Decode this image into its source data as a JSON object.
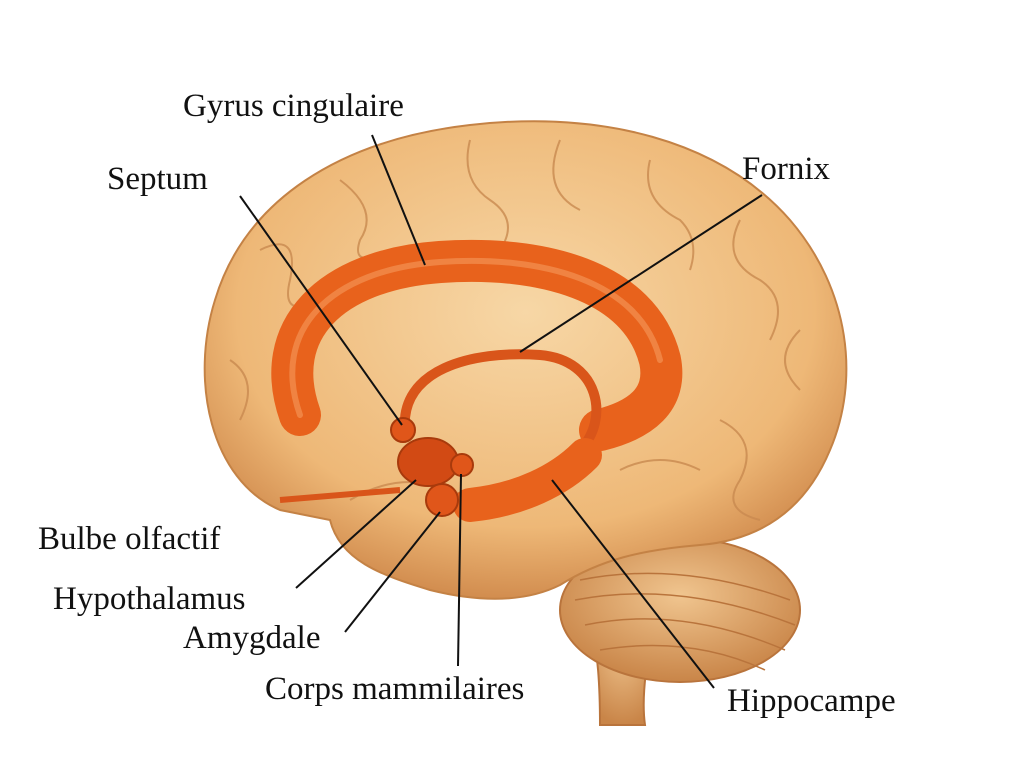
{
  "title": "Système limbique",
  "labels": {
    "gyrus": "Gyrus cingulaire",
    "septum": "Septum",
    "fornix": "Fornix",
    "bulbe": "Bulbe olfactif",
    "hypothalamus": "Hypothalamus",
    "amygdale": "Amygdale",
    "corps": "Corps mammilaires",
    "hippocampe": "Hippocampe"
  },
  "colors": {
    "brain": "#f2c48a",
    "brain_shadow": "#d9955a",
    "limbic": "#e8621c",
    "limbic_dark": "#c9420e",
    "line": "#111111"
  }
}
